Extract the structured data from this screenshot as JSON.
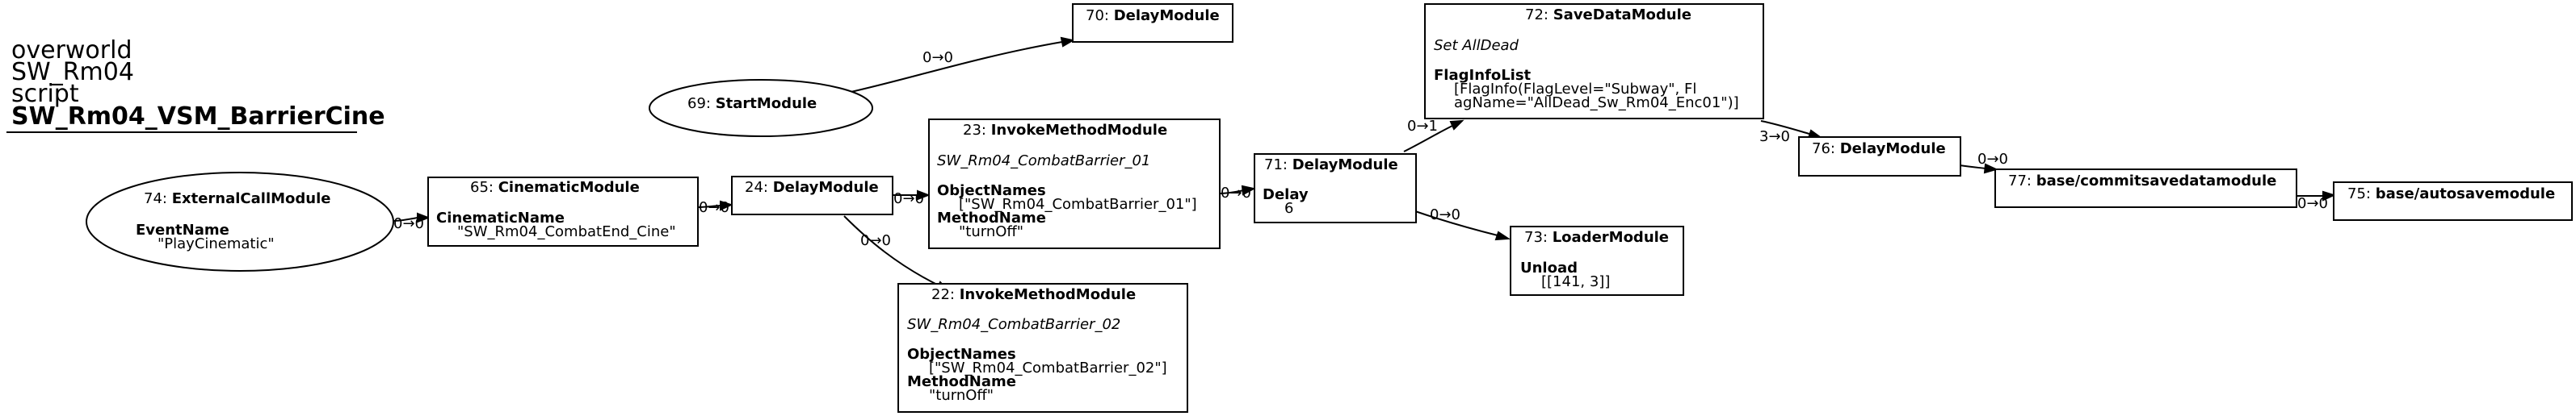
{
  "header": {
    "lines": [
      "overworld",
      "SW_Rm04",
      "script"
    ],
    "title": "SW_Rm04_VSM_BarrierCine"
  },
  "nodes": {
    "n74": {
      "id": "74",
      "name": "ExternalCallModule",
      "props": [
        {
          "key": "EventName",
          "values": [
            "\"PlayCinematic\""
          ]
        }
      ]
    },
    "n65": {
      "id": "65",
      "name": "CinematicModule",
      "props": [
        {
          "key": "CinematicName",
          "values": [
            "\"SW_Rm04_CombatEnd_Cine\""
          ]
        }
      ]
    },
    "n24": {
      "id": "24",
      "name": "DelayModule"
    },
    "n69": {
      "id": "69",
      "name": "StartModule"
    },
    "n70": {
      "id": "70",
      "name": "DelayModule"
    },
    "n23": {
      "id": "23",
      "name": "InvokeMethodModule",
      "subtitle": "SW_Rm04_CombatBarrier_01",
      "props": [
        {
          "key": "ObjectNames",
          "values": [
            "[\"SW_Rm04_CombatBarrier_01\"]"
          ]
        },
        {
          "key": "MethodName",
          "values": [
            "\"turnOff\""
          ]
        }
      ]
    },
    "n22": {
      "id": "22",
      "name": "InvokeMethodModule",
      "subtitle": "SW_Rm04_CombatBarrier_02",
      "props": [
        {
          "key": "ObjectNames",
          "values": [
            "[\"SW_Rm04_CombatBarrier_02\"]"
          ]
        },
        {
          "key": "MethodName",
          "values": [
            "\"turnOff\""
          ]
        }
      ]
    },
    "n71": {
      "id": "71",
      "name": "DelayModule",
      "props": [
        {
          "key": "Delay",
          "values": [
            "6"
          ]
        }
      ]
    },
    "n72": {
      "id": "72",
      "name": "SaveDataModule",
      "subtitle": "Set AllDead",
      "props": [
        {
          "key": "FlagInfoList",
          "values": [
            "[FlagInfo(FlagLevel=\"Subway\", Fl",
            "agName=\"AllDead_Sw_Rm04_Enc01\")]"
          ]
        }
      ]
    },
    "n73": {
      "id": "73",
      "name": "LoaderModule",
      "props": [
        {
          "key": "Unload",
          "values": [
            "[[141, 3]]"
          ]
        }
      ]
    },
    "n76": {
      "id": "76",
      "name": "DelayModule"
    },
    "n77": {
      "id": "77",
      "name": "base/commitsavedatamodule"
    },
    "n75": {
      "id": "75",
      "name": "base/autosavemodule"
    }
  },
  "edges": {
    "e74_65": "0→0",
    "e65_24": "0→0",
    "e24_23": "0→0",
    "e24_22": "0→0",
    "e69_70": "0→0",
    "e23_71": "0→0",
    "e71_72": "0→1",
    "e71_73": "0→0",
    "e72_76": "3→0",
    "e76_77": "0→0",
    "e77_75": "0→0"
  }
}
